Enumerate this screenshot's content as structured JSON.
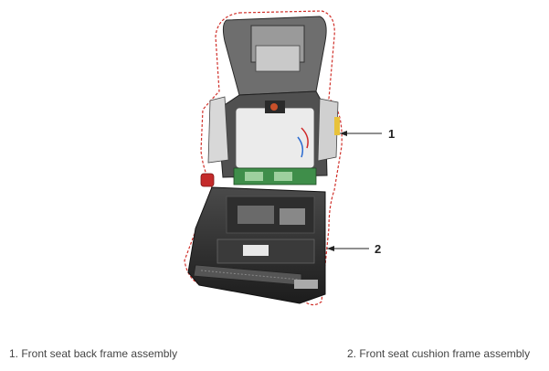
{
  "callouts": [
    {
      "number": "1"
    },
    {
      "number": "2"
    }
  ],
  "legend": [
    {
      "text": "1. Front seat back frame assembly"
    },
    {
      "text": "2. Front seat cushion frame assembly"
    }
  ]
}
